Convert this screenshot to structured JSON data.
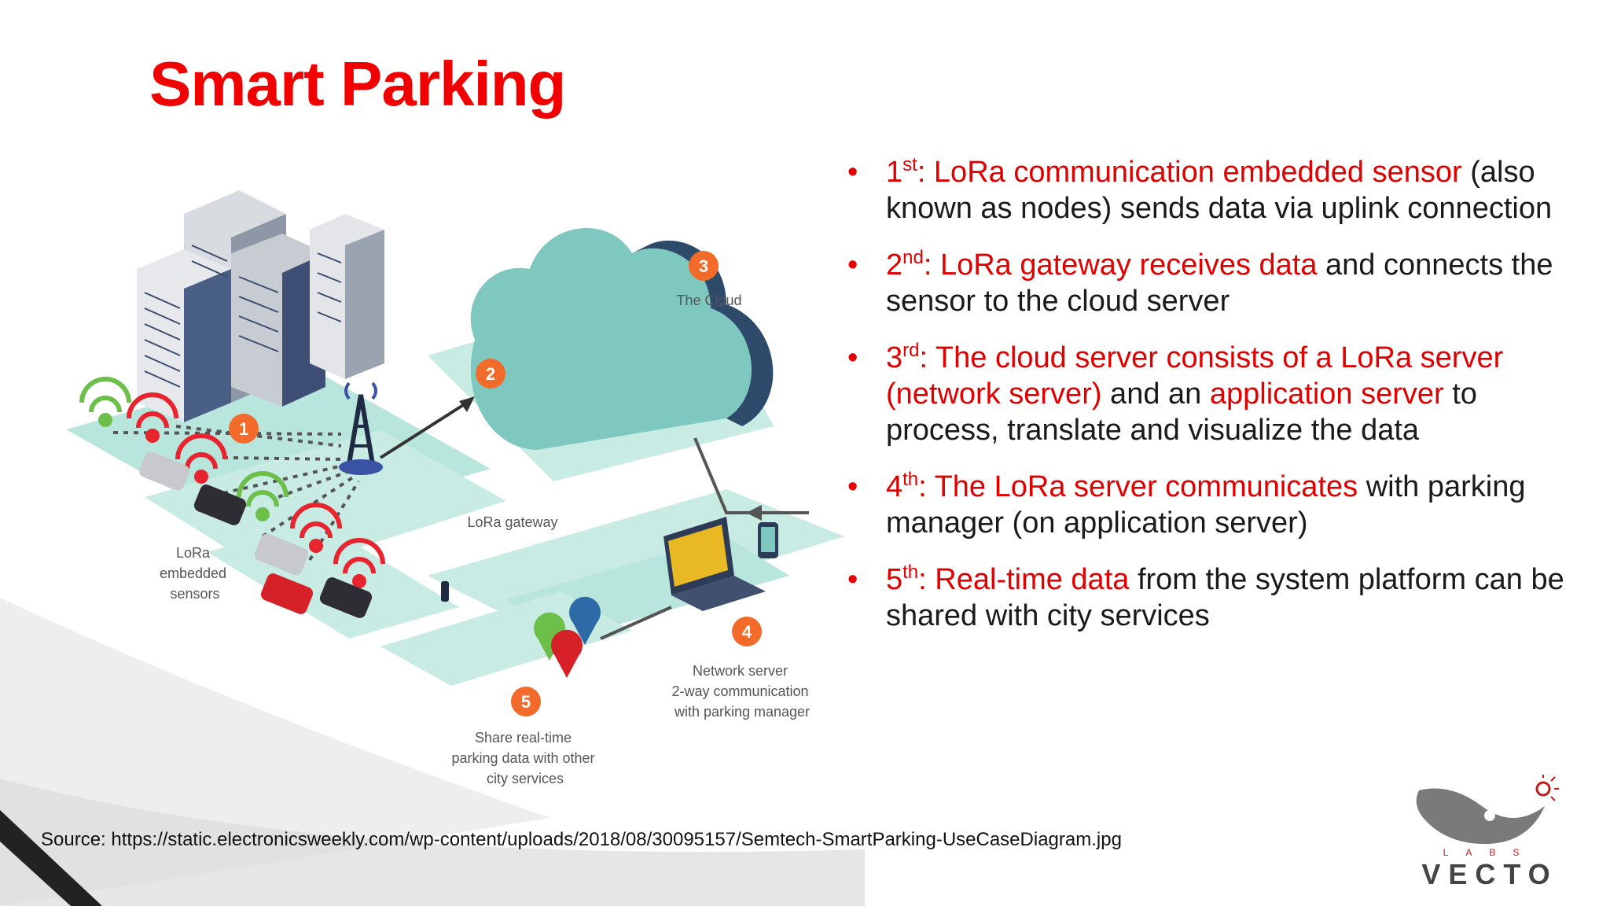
{
  "slide": {
    "title": "Smart Parking",
    "source": "Source: https://static.electronicsweekly.com/wp-content/uploads/2018/08/30095157/Semtech-SmartParking-UseCaseDiagram.jpg"
  },
  "colors": {
    "title": "#f00000",
    "accent": "#e00000",
    "teal": "#9fdccf",
    "cloud": "#7fc8c0",
    "badge": "#f26b2a"
  },
  "bullets": [
    {
      "sup_base": "1",
      "sup": "st",
      "highlight": ": LoRa communication embedded sensor",
      "rest": " (also known as nodes) sends data via uplink connection"
    },
    {
      "sup_base": "2",
      "sup": "nd",
      "highlight": ": LoRa gateway receives data",
      "rest": " and connects the sensor to the cloud server"
    },
    {
      "sup_base": "3",
      "sup": "rd",
      "highlight": ": The cloud server consists of a LoRa server (network server)",
      "mid": " and an ",
      "highlight2": "application server",
      "rest": " to process, translate and visualize the data"
    },
    {
      "sup_base": "4",
      "sup": "th",
      "highlight": ": The LoRa server communicates",
      "rest": " with parking manager (on application server)"
    },
    {
      "sup_base": "5",
      "sup": "th",
      "highlight": ": Real-time data",
      "rest": " from the system platform can be shared with city services"
    }
  ],
  "diagram": {
    "steps": [
      {
        "num": "1",
        "label_lines": [
          "LoRa",
          "embedded",
          "sensors"
        ]
      },
      {
        "num": "2",
        "label_lines": [
          "LoRa gateway"
        ]
      },
      {
        "num": "3",
        "label_lines": [
          "The Cloud"
        ]
      },
      {
        "num": "4",
        "label_lines": [
          "Network server",
          "2-way communication",
          "with parking manager"
        ]
      },
      {
        "num": "5",
        "label_lines": [
          "Share real-time",
          "parking data with other",
          "city services"
        ]
      }
    ],
    "icons": [
      "building-icon",
      "car-icon",
      "wifi-signal-icon",
      "antenna-tower-icon",
      "cloud-icon",
      "laptop-icon",
      "phone-icon",
      "map-pin-icon"
    ]
  },
  "logo": {
    "word": "VECTO",
    "sub": "LABS"
  }
}
